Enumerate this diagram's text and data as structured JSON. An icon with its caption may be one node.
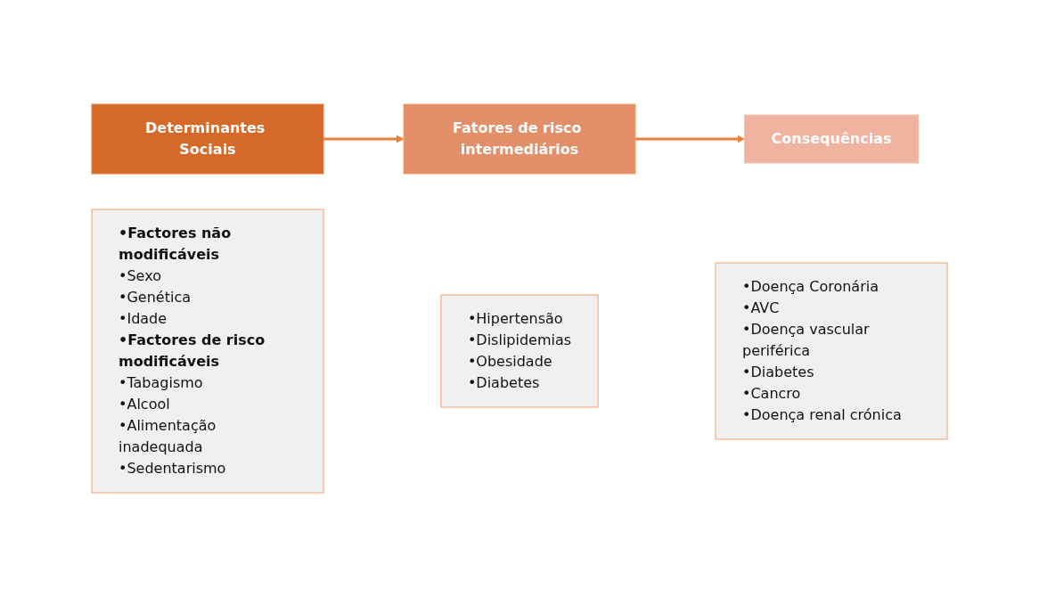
{
  "diagram": {
    "nodes": [
      {
        "text": [
          "Determinantes Sociais"
        ]
      },
      {
        "text": [
          "•Factores não modificáveis",
          "•Sexo",
          "•Genética",
          "•Idade",
          "•Factores de risco modificáveis",
          "•Tabagismo",
          "•Alcool",
          "•Alimentação inadequada",
          "•Sedentarismo"
        ]
      },
      {
        "text": [
          "Fatores de risco intermediários"
        ]
      },
      {
        "text": [
          "•Hipertensão",
          "•Dislipidemias",
          "•Obesidade",
          "•Diabetes"
        ]
      },
      {
        "text": [
          "Consequências"
        ]
      },
      {
        "text": [
          "•Doença Coronária",
          "•AVC",
          "•Doença vascular periférica",
          "•Diabetes",
          "•Cancro",
          "•Doença renal crónica"
        ]
      }
    ],
    "edges": [
      {
        "from": 0,
        "to": 2,
        "arrow": "to"
      },
      {
        "from": 2,
        "to": 4,
        "arrow": "to"
      }
    ]
  }
}
